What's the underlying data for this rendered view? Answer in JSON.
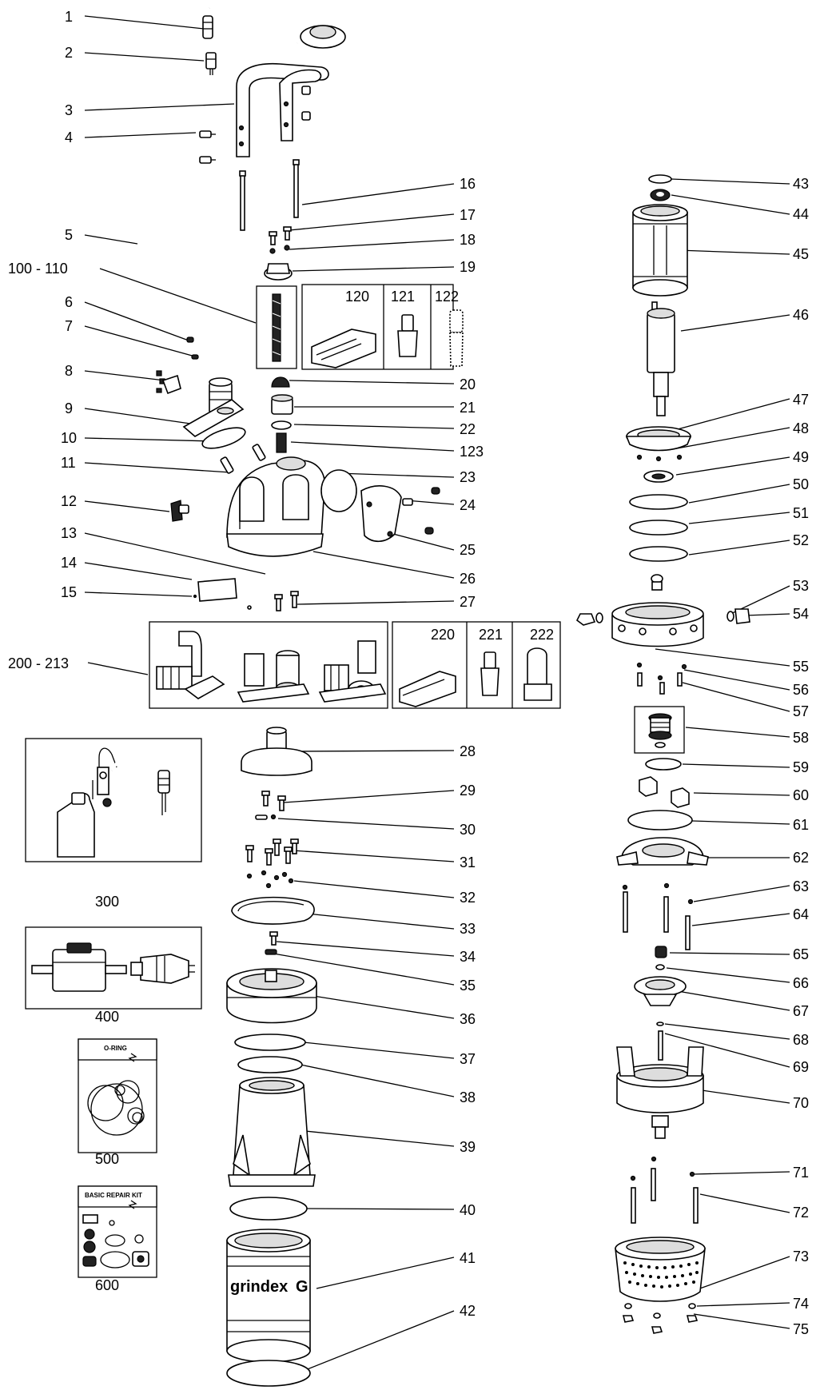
{
  "callouts": [
    {
      "n": "1"
    },
    {
      "n": "2"
    },
    {
      "n": "3"
    },
    {
      "n": "4"
    },
    {
      "n": "5"
    },
    {
      "n": "100 - 110"
    },
    {
      "n": "6"
    },
    {
      "n": "7"
    },
    {
      "n": "8"
    },
    {
      "n": "9"
    },
    {
      "n": "10"
    },
    {
      "n": "11"
    },
    {
      "n": "12"
    },
    {
      "n": "13"
    },
    {
      "n": "14"
    },
    {
      "n": "15"
    },
    {
      "n": "200 - 213"
    },
    {
      "n": "16"
    },
    {
      "n": "17"
    },
    {
      "n": "18"
    },
    {
      "n": "19"
    },
    {
      "n": "20"
    },
    {
      "n": "21"
    },
    {
      "n": "22"
    },
    {
      "n": "123"
    },
    {
      "n": "23"
    },
    {
      "n": "24"
    },
    {
      "n": "25"
    },
    {
      "n": "26"
    },
    {
      "n": "27"
    },
    {
      "n": "28"
    },
    {
      "n": "29"
    },
    {
      "n": "30"
    },
    {
      "n": "31"
    },
    {
      "n": "32"
    },
    {
      "n": "33"
    },
    {
      "n": "34"
    },
    {
      "n": "35"
    },
    {
      "n": "36"
    },
    {
      "n": "37"
    },
    {
      "n": "38"
    },
    {
      "n": "39"
    },
    {
      "n": "40"
    },
    {
      "n": "41"
    },
    {
      "n": "42"
    },
    {
      "n": "43"
    },
    {
      "n": "44"
    },
    {
      "n": "45"
    },
    {
      "n": "46"
    },
    {
      "n": "47"
    },
    {
      "n": "48"
    },
    {
      "n": "49"
    },
    {
      "n": "50"
    },
    {
      "n": "51"
    },
    {
      "n": "52"
    },
    {
      "n": "53"
    },
    {
      "n": "54"
    },
    {
      "n": "55"
    },
    {
      "n": "56"
    },
    {
      "n": "57"
    },
    {
      "n": "58"
    },
    {
      "n": "59"
    },
    {
      "n": "60"
    },
    {
      "n": "61"
    },
    {
      "n": "62"
    },
    {
      "n": "63"
    },
    {
      "n": "64"
    },
    {
      "n": "65"
    },
    {
      "n": "66"
    },
    {
      "n": "67"
    },
    {
      "n": "68"
    },
    {
      "n": "69"
    },
    {
      "n": "70"
    },
    {
      "n": "71"
    },
    {
      "n": "72"
    },
    {
      "n": "73"
    },
    {
      "n": "74"
    },
    {
      "n": "75"
    }
  ],
  "panels": {
    "p120": "120",
    "p121": "121",
    "p122": "122",
    "p220": "220",
    "p221": "221",
    "p222": "222"
  },
  "kits": {
    "k300": "300",
    "k400": "400",
    "k500": "500",
    "k600": "600",
    "oring_title": "O-RING",
    "repair_title": "BASIC REPAIR KIT"
  },
  "brand": {
    "sleeve_logo": "grindex"
  }
}
